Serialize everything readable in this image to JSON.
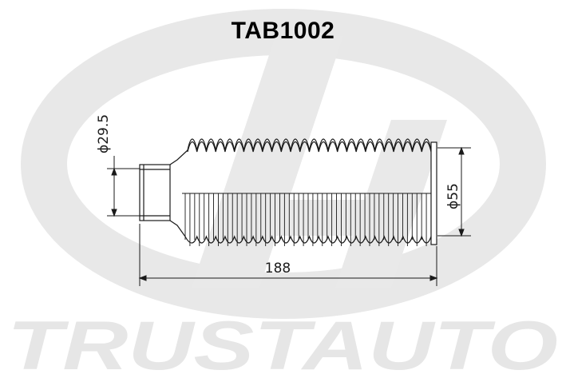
{
  "part_number": "TAB1002",
  "dimensions": {
    "small_diameter": "ϕ29.5",
    "large_diameter": "ϕ55",
    "overall_length": "188"
  },
  "watermark": {
    "brand": "TRUSTAUTO",
    "logo": "ta-monogram-logo"
  },
  "colors": {
    "watermark": "#e6e6e6",
    "line": "#1a1a1a",
    "text": "#000000"
  }
}
